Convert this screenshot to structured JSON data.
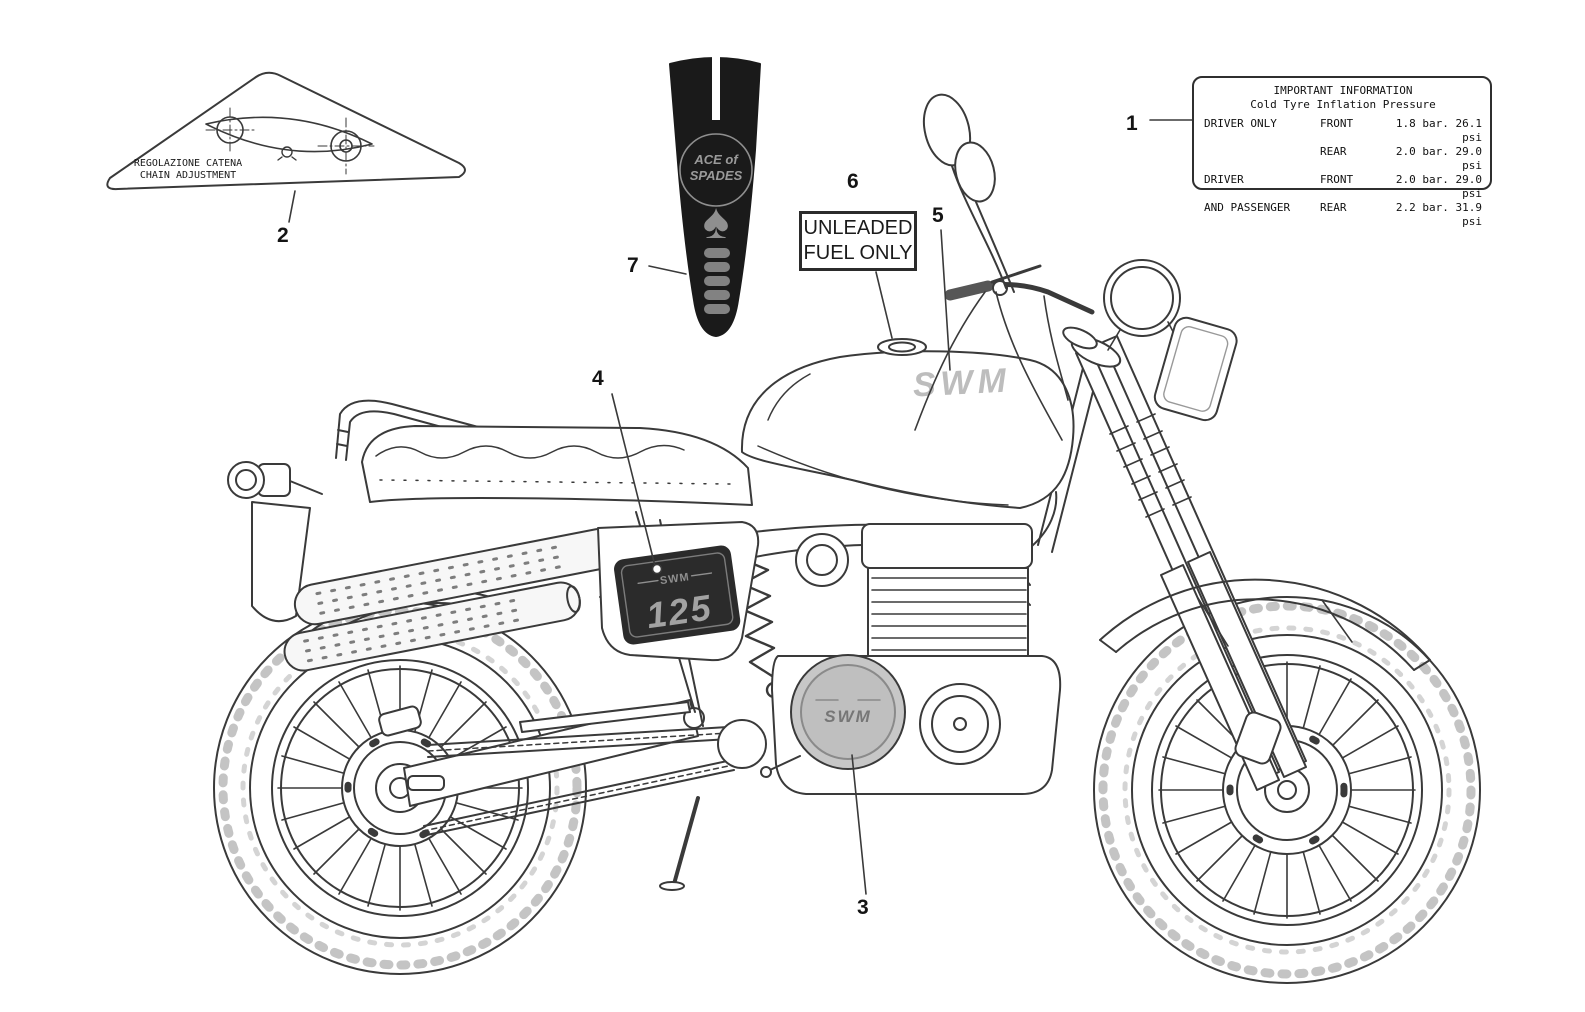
{
  "labels": {
    "chain": {
      "line1": "REGOLAZIONE CATENA",
      "line2": "CHAIN ADJUSTMENT"
    },
    "pressure": {
      "title": "IMPORTANT INFORMATION",
      "subtitle": "Cold Tyre Inflation Pressure",
      "rows": [
        {
          "who": "DRIVER ONLY",
          "pos": "FRONT",
          "val": "1.8 bar. 26.1 psi"
        },
        {
          "who": "",
          "pos": "REAR",
          "val": "2.0 bar. 29.0 psi"
        },
        {
          "who": "DRIVER",
          "pos": "FRONT",
          "val": "2.0 bar. 29.0 psi"
        },
        {
          "who": "AND PASSENGER",
          "pos": "REAR",
          "val": "2.2 bar. 31.9 psi"
        }
      ]
    },
    "unleaded": {
      "line1": "UNLEADED",
      "line2": "FUEL ONLY"
    },
    "tank_logo": "SWM",
    "engine_logo": "SWM",
    "side_panel": {
      "brand": "SWM",
      "model": "125"
    },
    "tank_pad": {
      "line1": "ACE of",
      "line2": "SPADES",
      "spade": "♠"
    }
  },
  "callouts": {
    "n1": "1",
    "n2": "2",
    "n3": "3",
    "n4": "4",
    "n5": "5",
    "n6": "6",
    "n7": "7"
  },
  "colors": {
    "line": "#3a3a3a",
    "decal_black": "#1a1a1a",
    "decal_gray": "#9a9a9a",
    "cover_gray": "#c7c7c7"
  }
}
